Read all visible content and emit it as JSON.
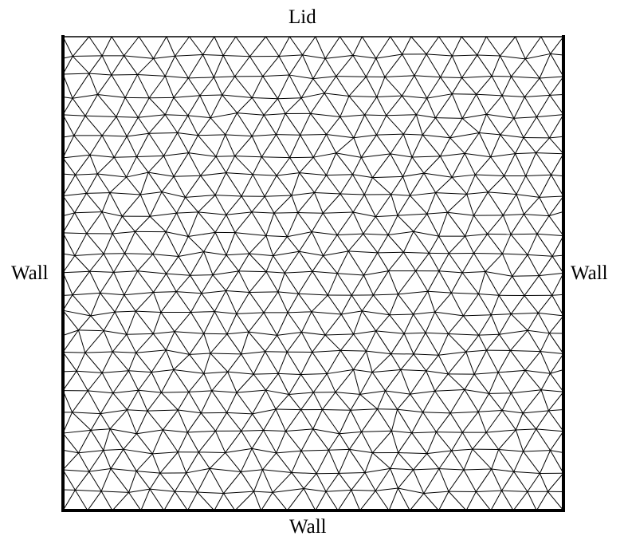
{
  "boundary_labels": {
    "top": "Lid",
    "left": "Wall",
    "right": "Wall",
    "bottom": "Wall"
  },
  "mesh": {
    "element_type": "triangle",
    "nodes_per_edge": 21,
    "line_color": "#000000",
    "wall_color": "#000000"
  }
}
